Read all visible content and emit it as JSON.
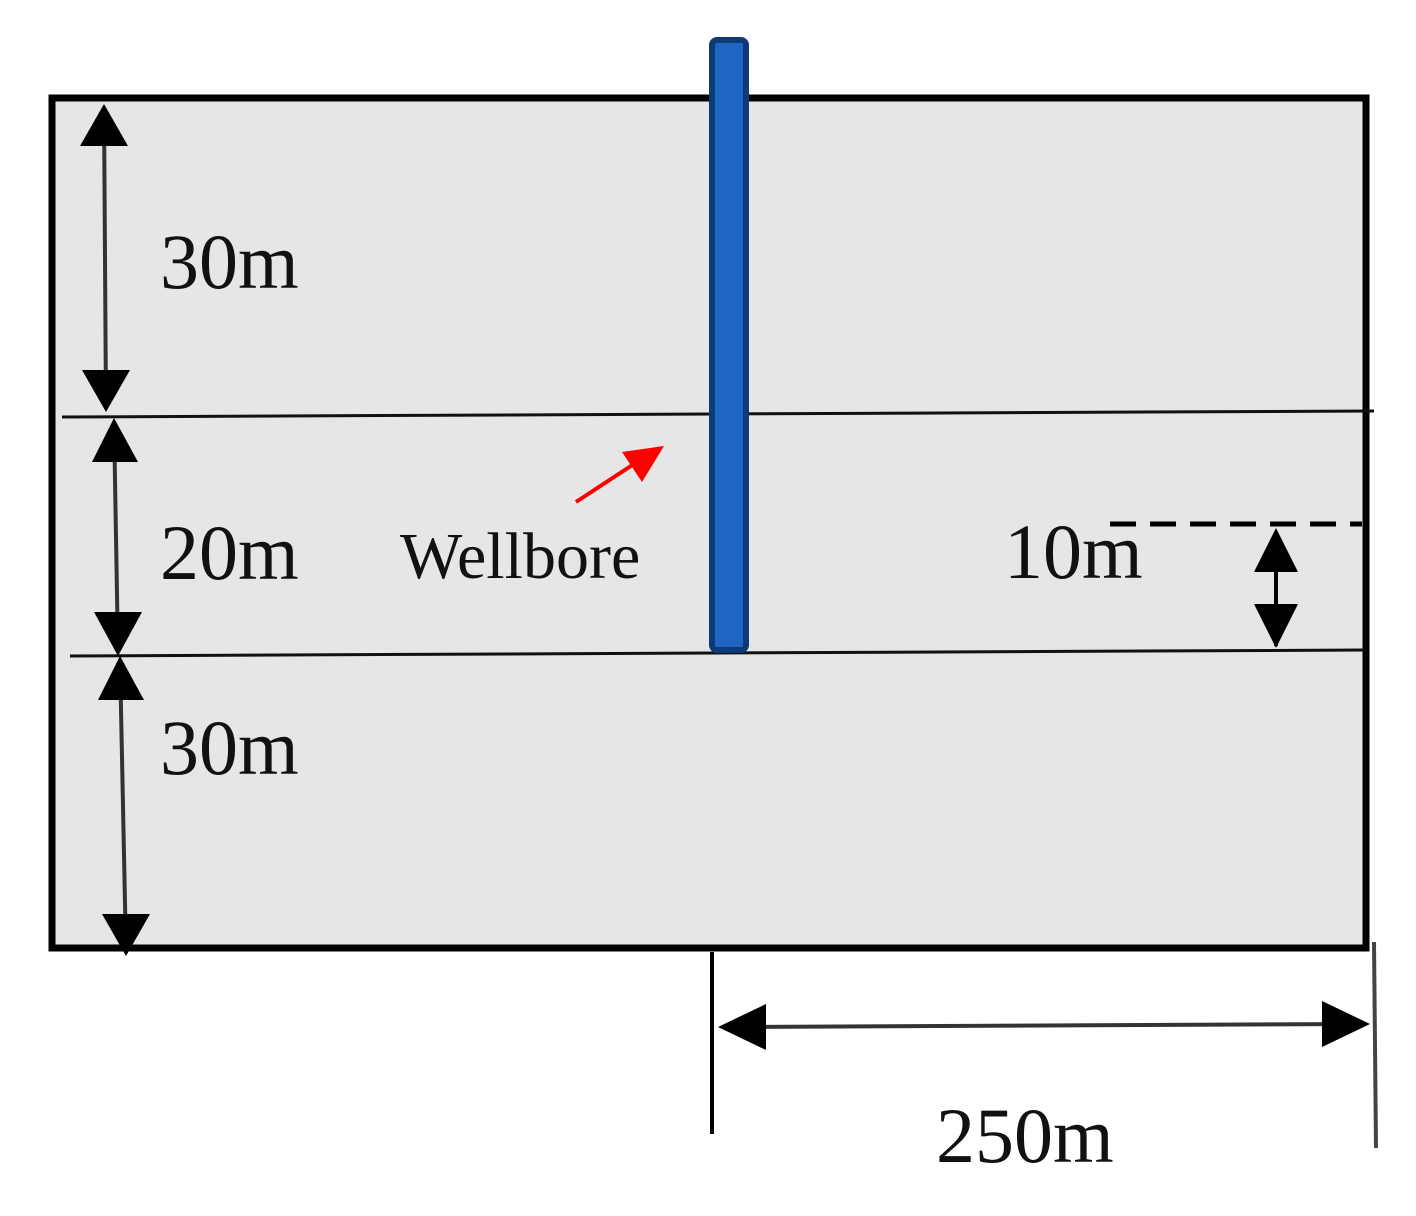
{
  "diagram": {
    "layers": [
      {
        "thickness_label": "30m"
      },
      {
        "thickness_label": "20m"
      },
      {
        "thickness_label": "30m"
      }
    ],
    "wellbore": {
      "label": "Wellbore",
      "color": "#1f66c2",
      "outline": "#0e3a78"
    },
    "annotation_arrow_color": "#ff0000",
    "layer_fill": "#e6e6e6",
    "penetration_label": "10m",
    "half_width_label": "250m"
  }
}
